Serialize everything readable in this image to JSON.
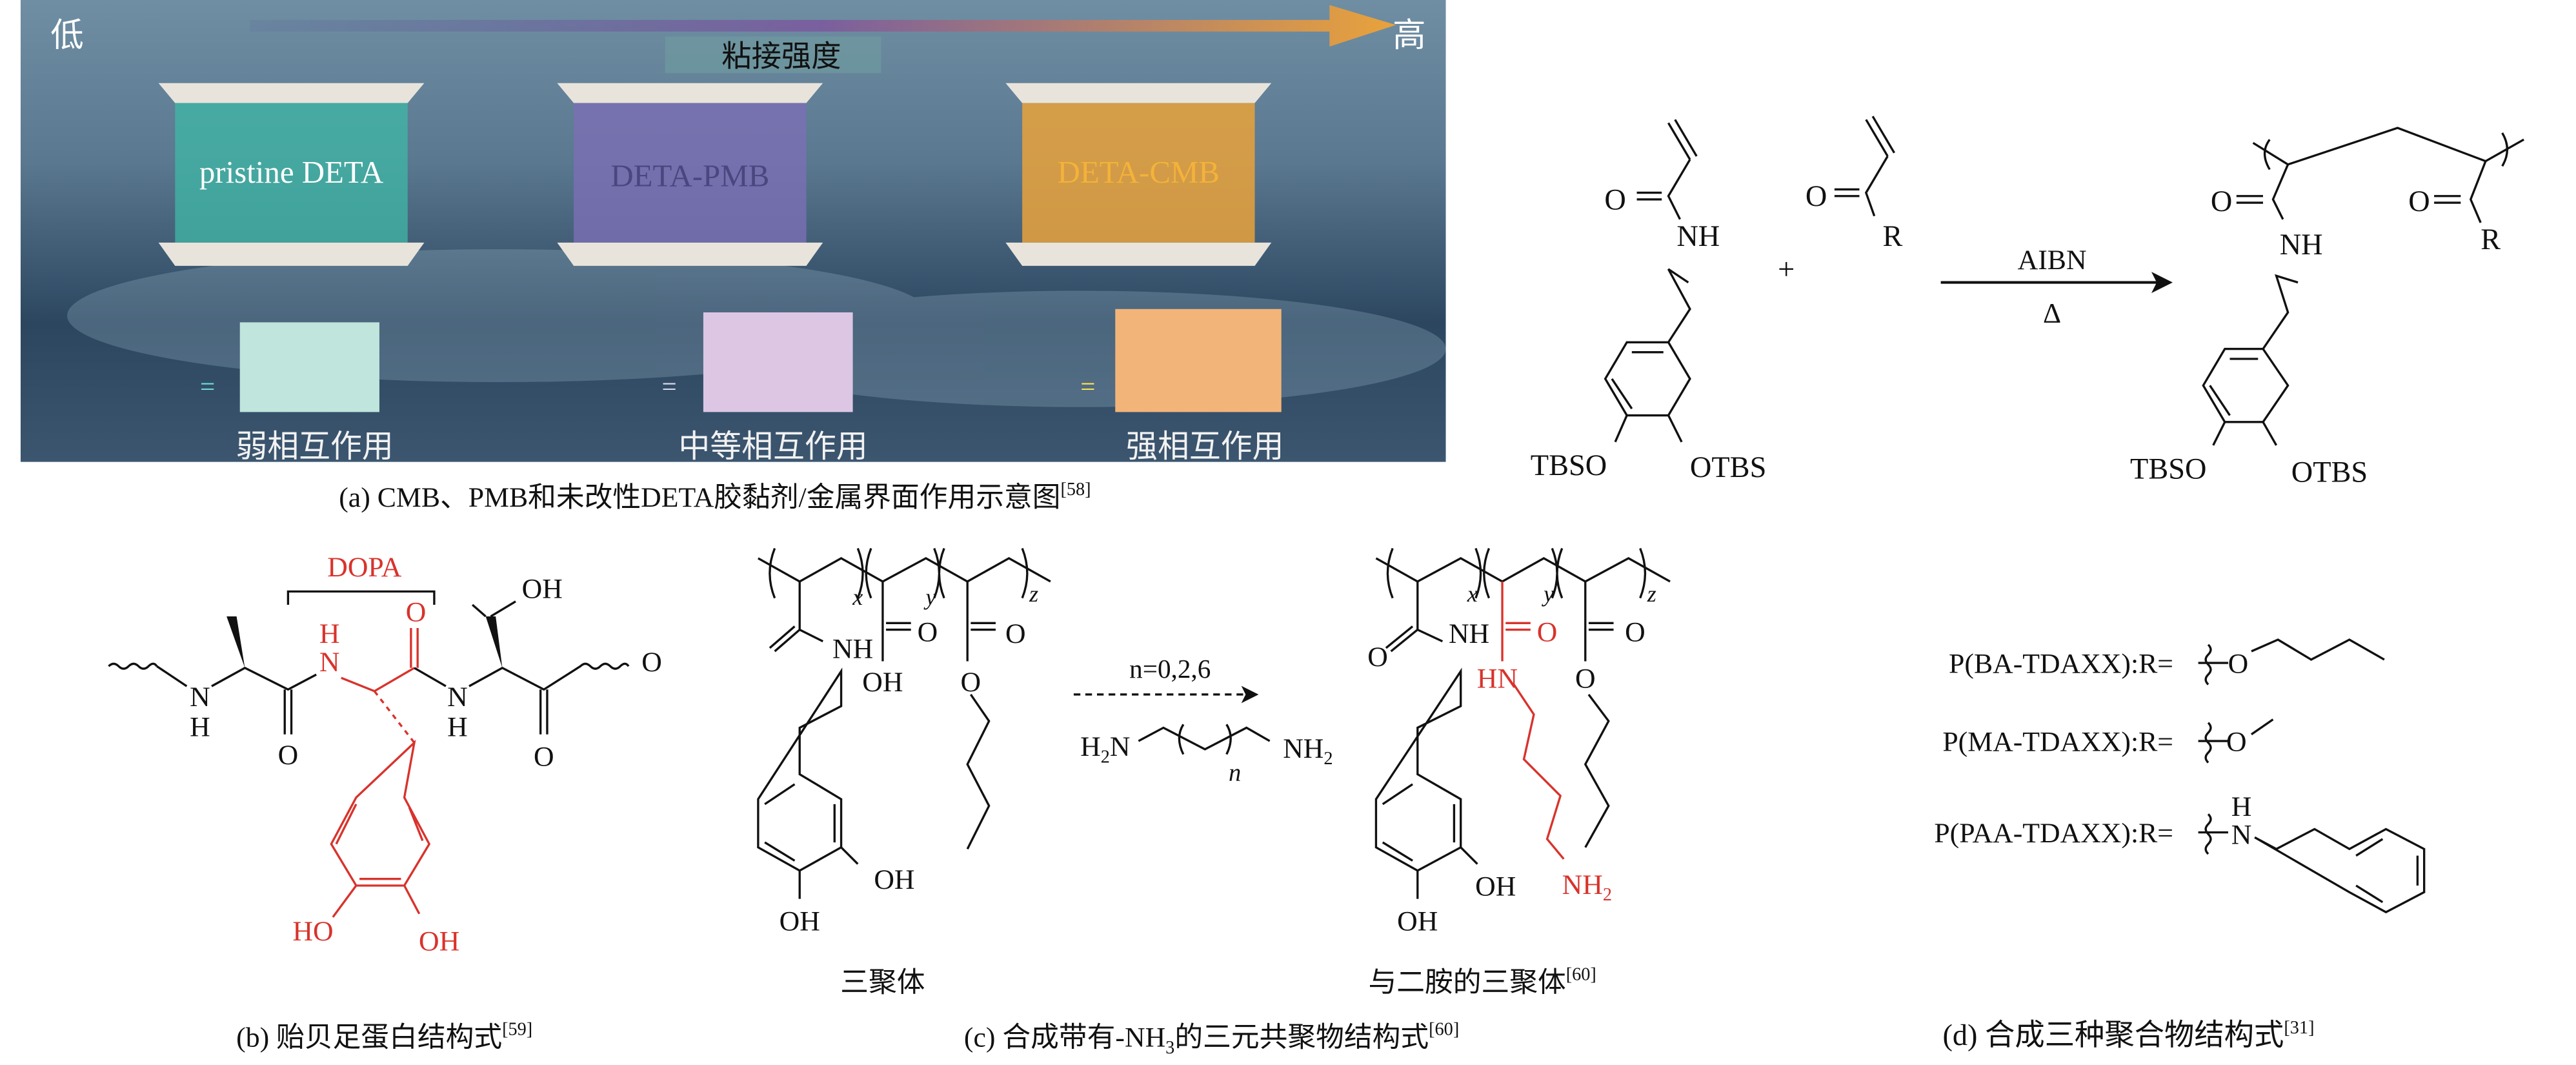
{
  "panel_a": {
    "low": "低",
    "high": "高",
    "axis_label": "粘接强度",
    "samples": [
      "pristine DETA",
      "DETA-PMB",
      "DETA-CMB"
    ],
    "interactions": [
      "弱相互作用",
      "中等相互作用",
      "强相互作用"
    ],
    "equals": "=",
    "caption": "(a) CMB、PMB和未改性DETA胶黏剂/金属界面作用示意图",
    "ref": "[58]",
    "colors": {
      "teal": "#3fb8a6",
      "purple": "#7a6fb5",
      "orange": "#e9a23b"
    }
  },
  "reaction": {
    "monomer1": {
      "o": "O",
      "nh": "NH",
      "tbso": "TBSO",
      "otbs": "OTBS"
    },
    "plus": "+",
    "monomer2": {
      "o": "O",
      "r": "R"
    },
    "reagent": "AIBN",
    "condition": "Δ",
    "product": {
      "o1": "O",
      "nh": "NH",
      "o2": "O",
      "r": "R",
      "tbso": "TBSO",
      "otbs": "OTBS"
    }
  },
  "panel_b": {
    "dopa": "DOPA",
    "atoms": {
      "n1": "N",
      "h1": "H",
      "o1": "O",
      "n2": "N",
      "h2": "H",
      "o2": "O",
      "n3": "N",
      "h3": "H",
      "oh_top": "OH",
      "o3": "O",
      "o_end": "O",
      "ho": "HO",
      "oh": "OH"
    },
    "caption": "(b) 贻贝足蛋白结构式",
    "ref": "[59]"
  },
  "panel_c": {
    "subscripts": {
      "x": "x",
      "y": "y",
      "z": "z"
    },
    "left": {
      "nh": "NH",
      "o1": "O",
      "o2": "O",
      "oh_chain": "OH",
      "o3": "O",
      "oh1": "OH",
      "oh2": "OH"
    },
    "condition": "n=0,2,6",
    "diamine": {
      "h2n": "H",
      "h2n_sub": "2",
      "h2n_n": "N",
      "n": "n",
      "nh2": "NH",
      "nh2_sub": "2"
    },
    "right": {
      "o0": "O",
      "nh": "NH",
      "o_red": "O",
      "hn_red": "HN",
      "o3": "O",
      "o4": "O",
      "nh2_red": "NH",
      "nh2_sub": "2",
      "oh1": "OH",
      "oh2": "OH"
    },
    "label_left": "三聚体",
    "label_right": "与二胺的三聚体",
    "label_right_ref": "[60]",
    "caption_pre": "(c) 合成带有-NH",
    "caption_sub": "3",
    "caption_post": "的三元共聚物结构式",
    "ref": "[60]"
  },
  "panel_d": {
    "rows": [
      {
        "label": "P(BA-TDAXX):R=",
        "atom": "O"
      },
      {
        "label": "P(MA-TDAXX):R=",
        "atom": "O"
      },
      {
        "label": "P(PAA-TDAXX):R=",
        "atom": "N",
        "h": "H"
      }
    ],
    "caption": "(d) 合成三种聚合物结构式",
    "ref": "[31]"
  }
}
